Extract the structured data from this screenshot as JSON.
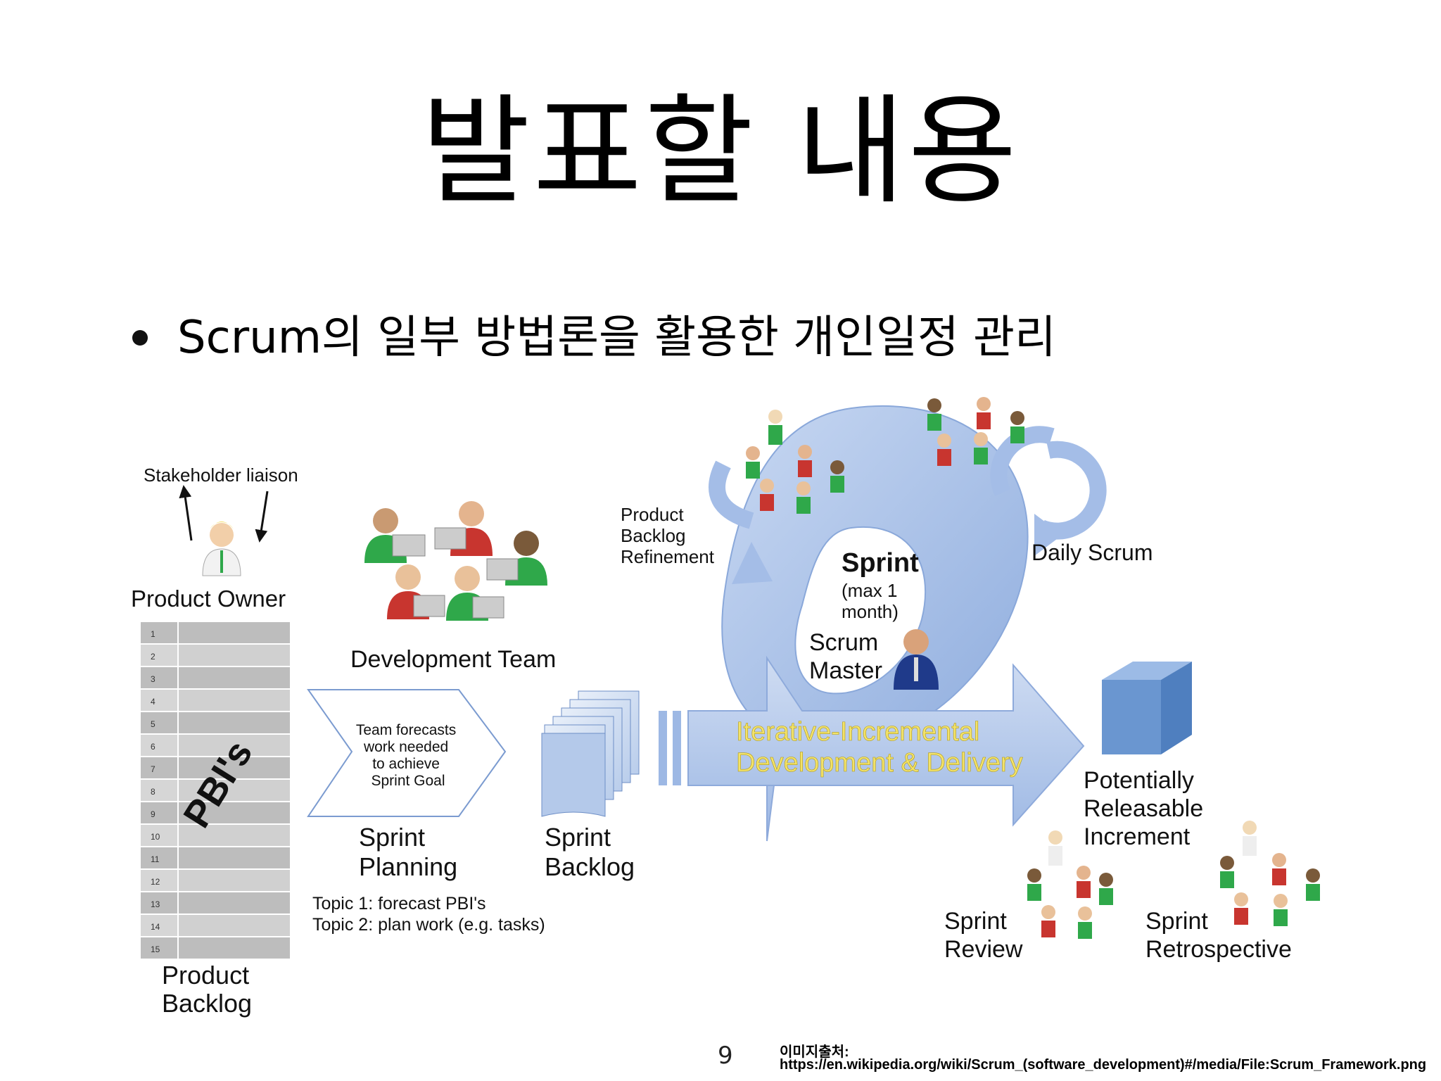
{
  "slide": {
    "title": "발표할 내용",
    "bullet": "Scrum의 일부 방법론을 활용한 개인일정 관리",
    "page_number": "9",
    "source_label": "이미지출처:",
    "source_url": "https://en.wikipedia.org/wiki/Scrum_(software_development)#/media/File:Scrum_Framework.png"
  },
  "diagram": {
    "stakeholder_liaison": "Stakeholder liaison",
    "product_owner": "Product Owner",
    "pbis": "PBI's",
    "backlog_row_numbers": [
      "1",
      "2",
      "3",
      "4",
      "5",
      "6",
      "7",
      "8",
      "9",
      "10",
      "11",
      "12",
      "13",
      "14",
      "15"
    ],
    "product_backlog": [
      "Product",
      "Backlog"
    ],
    "development_team": "Development Team",
    "planning_box_text": [
      "Team forecasts",
      "work needed",
      "to achieve",
      "Sprint Goal"
    ],
    "sprint_planning": [
      "Sprint",
      "Planning"
    ],
    "topics": [
      "Topic 1: forecast PBI's",
      "Topic 2: plan work (e.g. tasks)"
    ],
    "sprint_backlog": [
      "Sprint",
      "Backlog"
    ],
    "refinement": [
      "Product",
      "Backlog",
      "Refinement"
    ],
    "sprint": "Sprint",
    "sprint_length": [
      "(max 1",
      "month)"
    ],
    "scrum_master": [
      "Scrum",
      "Master"
    ],
    "daily_scrum": "Daily Scrum",
    "arrow_text": [
      "Iterative-Incremental",
      "Development & Delivery"
    ],
    "increment": [
      "Potentially",
      "Releasable",
      "Increment"
    ],
    "sprint_review": [
      "Sprint",
      "Review"
    ],
    "sprint_retrospective": [
      "Sprint",
      "Retrospective"
    ]
  },
  "colors": {
    "cycle_fill": "#a9c1e8",
    "arrow_fill": "#b7cbec",
    "arrow_text": "#f3e36a",
    "cube_front": "#6a96d0",
    "shirt_green": "#2fa84a",
    "shirt_red": "#c8352f",
    "backlog_gray": "#bdbdbd"
  }
}
